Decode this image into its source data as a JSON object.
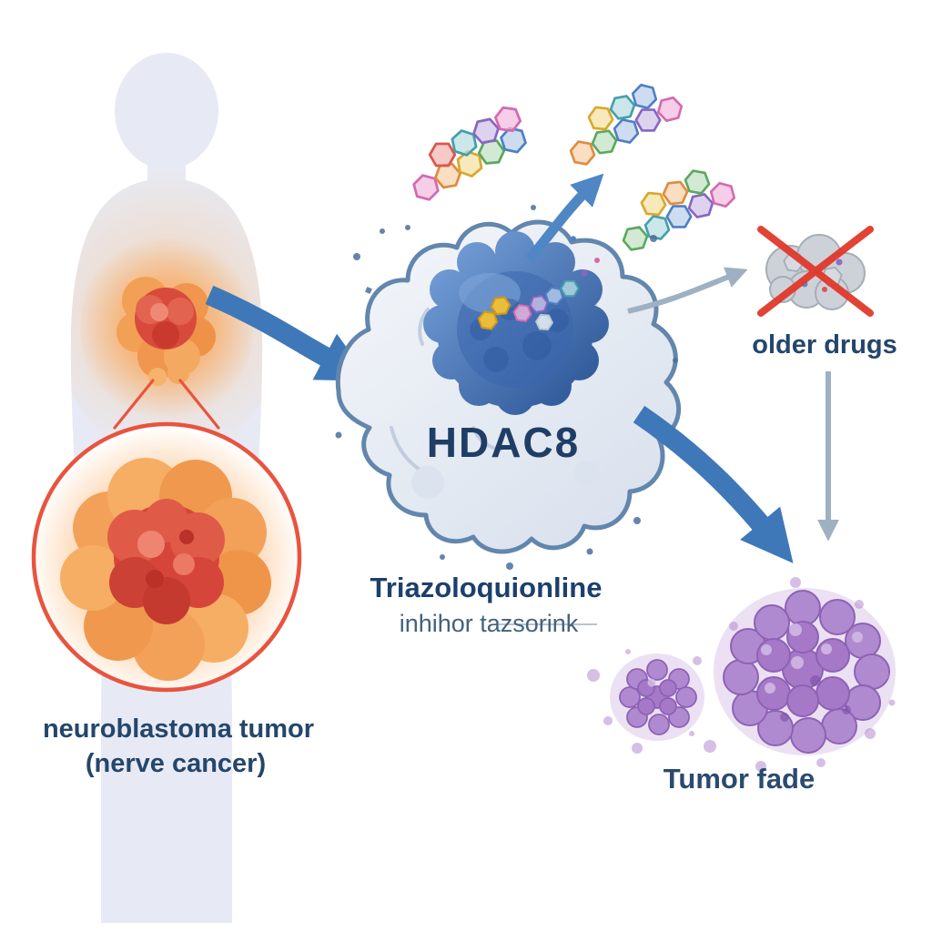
{
  "diagram": {
    "type": "medical-illustration",
    "labels": {
      "body_tumor_caption_line1": "neuroblastoma tumor",
      "body_tumor_caption_line2": "(nerve cancer)",
      "protein_name": "HDAC8",
      "inhibitor_name_line1": "Triazoloquionline",
      "inhibitor_name_line2": "inhihor tazsorink",
      "older_drugs_caption": "older drugs",
      "outcome_caption": "Tumor fade"
    },
    "colors": {
      "accent_blue": "#3f78b8",
      "navy_text": "#1f3e66",
      "body_silhouette": "#e7eaf5",
      "tumor_orange": "#f2a055",
      "tumor_red": "#d6453a",
      "magnifier_border": "#e8543f",
      "cell_fill": "#e9eef5",
      "cell_border": "#6286ad",
      "nucleus_blue": "#2d5697",
      "gray_arrow": "#9fb0c2",
      "red_cross": "#e0392b",
      "shrunk_tumor_purple": "#a678c8",
      "background": "#ffffff"
    },
    "icons": [
      "body-silhouette",
      "tumor-mass-icon",
      "magnifier-circle-icon",
      "arrow-right-icon",
      "molecule-hexagon-icon",
      "crossed-out-icon",
      "arrow-down-icon",
      "tumor-cluster-icon"
    ]
  }
}
